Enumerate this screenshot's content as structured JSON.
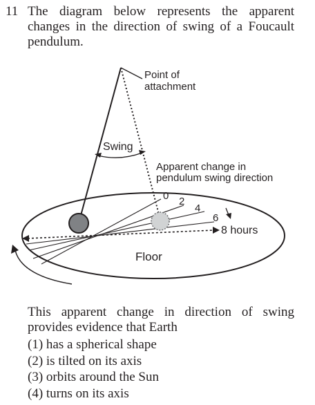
{
  "question": {
    "number": "11",
    "stem": "The diagram below represents the apparent changes in the direction of swing of a Foucault pendulum."
  },
  "diagram": {
    "attachment_label_1": "Point of",
    "attachment_label_2": "attachment",
    "swing_label": "Swing",
    "apparent_label_1": "Apparent change in",
    "apparent_label_2": "pendulum swing direction",
    "hour_0": "0",
    "hour_2": "2",
    "hour_4": "4",
    "hour_6": "6",
    "hour_8": "8 hours",
    "floor_label": "Floor"
  },
  "lead_in": "This apparent change in direction of swing provides evidence that Earth",
  "choices": [
    "(1) has a spherical shape",
    "(2) is tilted on its axis",
    "(3) orbits around the Sun",
    "(4) turns on its axis"
  ]
}
